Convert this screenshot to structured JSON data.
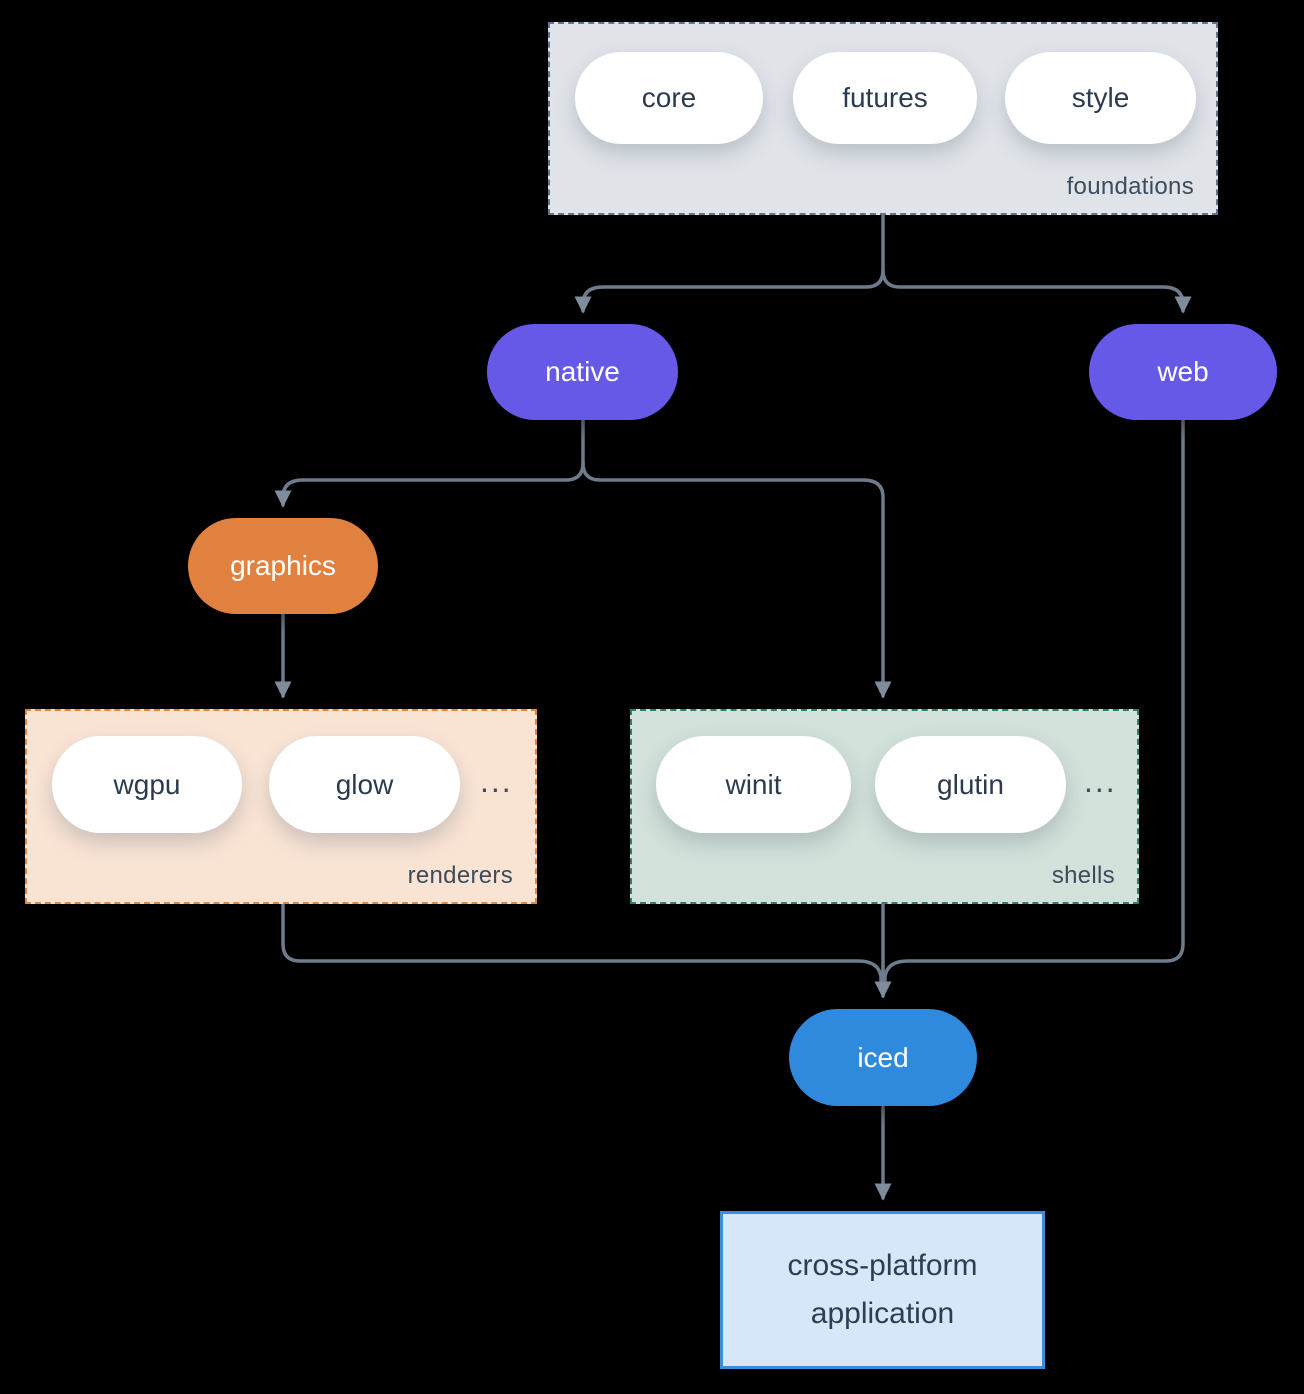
{
  "diagram": {
    "foundations": {
      "label": "foundations",
      "pills": [
        "core",
        "futures",
        "style"
      ]
    },
    "native_label": "native",
    "web_label": "web",
    "graphics_label": "graphics",
    "renderers": {
      "label": "renderers",
      "pills": [
        "wgpu",
        "glow"
      ],
      "ellipsis": "..."
    },
    "shells": {
      "label": "shells",
      "pills": [
        "winit",
        "glutin"
      ],
      "ellipsis": "..."
    },
    "iced_label": "iced",
    "application": {
      "line1": "cross-platform",
      "line2": "application"
    }
  },
  "colors": {
    "background": "#000000",
    "connector": "#6e7b8c",
    "arrowhead": "#7f8c9c",
    "node_purple": "#6659e7",
    "node_orange": "#e0813f",
    "node_blue": "#2f8ade",
    "foundations_bg": "#e0e4e9",
    "foundations_border": "#64748b",
    "renderers_bg": "#f9e4d4",
    "renderers_border": "#e0883f",
    "shells_bg": "#d2e1da",
    "shells_border": "#2f7d6d",
    "application_bg": "#d7e6f8",
    "application_border": "#3a8edb",
    "text_dark": "#2b3b4d",
    "text_light": "#ffffff"
  }
}
